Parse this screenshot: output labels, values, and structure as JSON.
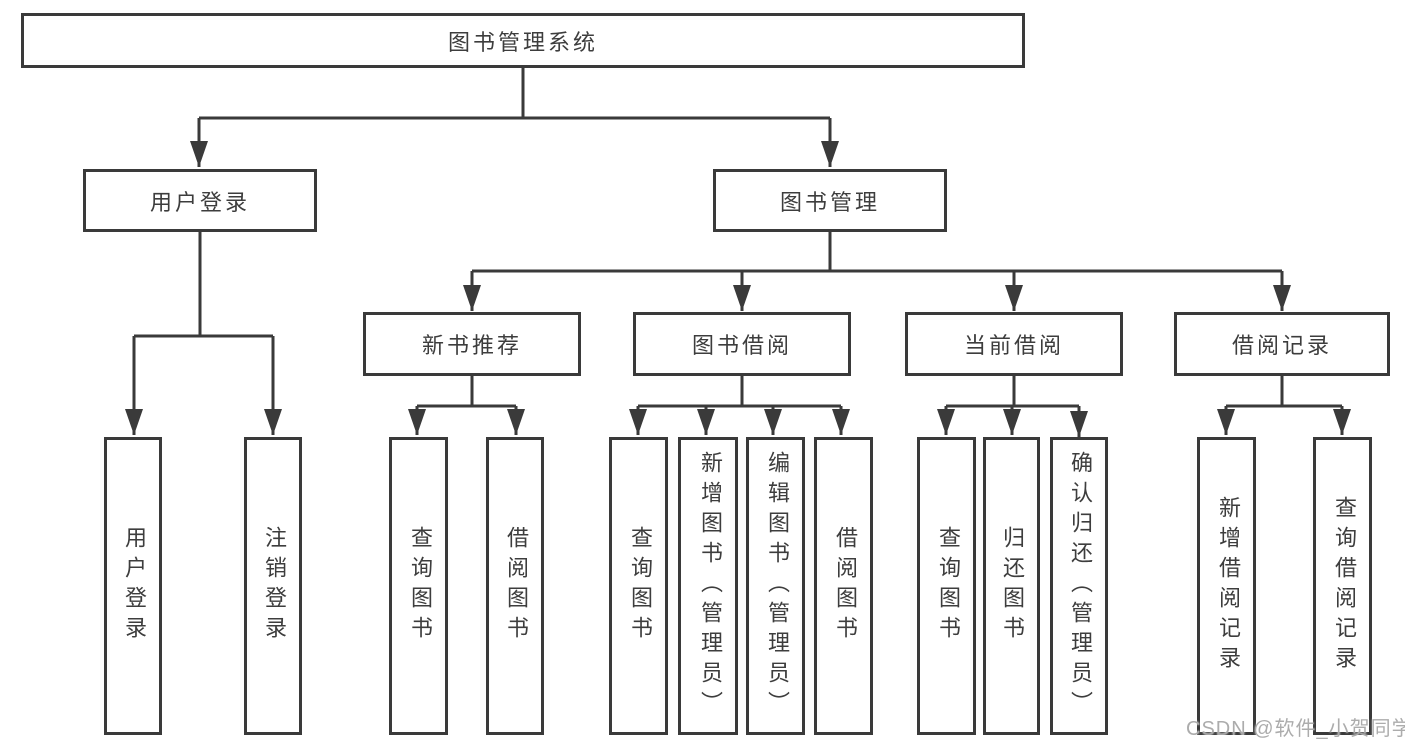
{
  "diagram": {
    "root": {
      "label": "图书管理系统"
    },
    "branches": {
      "user_login": {
        "label": "用户登录",
        "children": [
          {
            "label": "用户登录"
          },
          {
            "label": "注销登录"
          }
        ]
      },
      "book_management": {
        "label": "图书管理",
        "sections": {
          "new_books": {
            "label": "新书推荐",
            "children": [
              {
                "label": "查询图书"
              },
              {
                "label": "借阅图书"
              }
            ]
          },
          "book_borrow": {
            "label": "图书借阅",
            "children": [
              {
                "label": "查询图书"
              },
              {
                "label": "新增图书（管理员）"
              },
              {
                "label": "编辑图书（管理员）"
              },
              {
                "label": "借阅图书"
              }
            ]
          },
          "current_borrow": {
            "label": "当前借阅",
            "children": [
              {
                "label": "查询图书"
              },
              {
                "label": "归还图书"
              },
              {
                "label": "确认归还（管理员）"
              }
            ]
          },
          "borrow_records": {
            "label": "借阅记录",
            "children": [
              {
                "label": "新增借阅记录"
              },
              {
                "label": "查询借阅记录"
              }
            ]
          }
        }
      }
    }
  },
  "watermark": {
    "text": "CSDN @软件_小贺同学"
  },
  "colors": {
    "line": "#3a3a3a",
    "text": "#3d3d3d",
    "background": "#ffffff",
    "watermark": "#a8a8a8"
  }
}
